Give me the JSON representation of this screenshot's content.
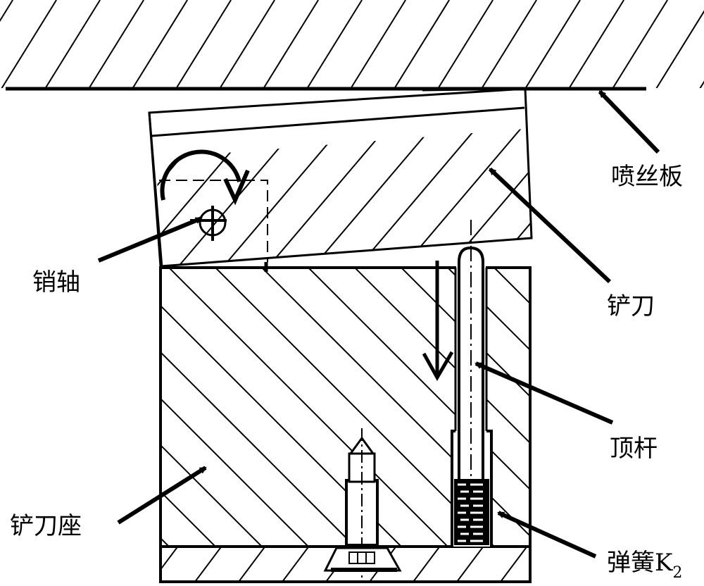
{
  "diagram": {
    "title": "",
    "stroke_color": "#000000",
    "background": "#ffffff",
    "labels": {
      "spinneret_plate": "喷丝板",
      "scraper_blade": "铲刀",
      "pin_shaft": "销轴",
      "ejector_rod": "顶杆",
      "blade_seat": "铲刀座",
      "spring": "弹簧K",
      "spring_subscript": "2"
    },
    "annotations": {
      "rotation_arrow": "clockwise",
      "motion_arrow": "down"
    }
  }
}
